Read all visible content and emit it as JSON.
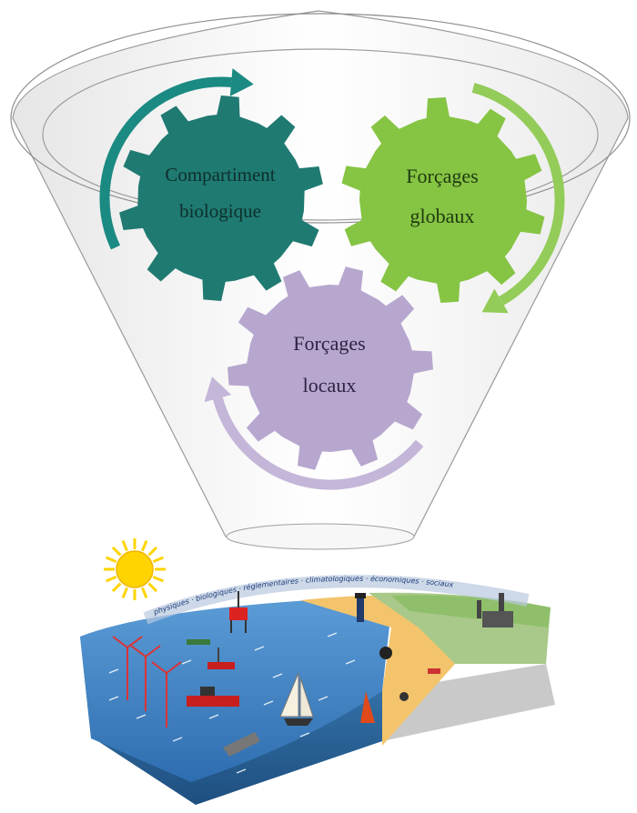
{
  "diagram": {
    "gears": [
      {
        "id": "biologique",
        "lines": [
          "Compartiment",
          "biologique"
        ],
        "color": "#1f7a72",
        "arrow_color": "#1a8a82",
        "text_color": "#0d2f2c"
      },
      {
        "id": "globaux",
        "lines": [
          "Forçages",
          "globaux"
        ],
        "color": "#86c444",
        "arrow_color": "#93cc58",
        "text_color": "#1e3a0e"
      },
      {
        "id": "locaux",
        "lines": [
          "Forçages",
          "locaux"
        ],
        "color": "#b7a7cf",
        "arrow_color": "#c3b6d8",
        "text_color": "#2c2340"
      }
    ],
    "funnel_color": "#f2f2f2",
    "illustration": {
      "arc_text": "physiques · biologiques · réglementaires · climatologiques · économiques · sociaux",
      "sea_color": "#3d7fc1",
      "beach_color": "#f3c46b",
      "land_color": "#a8c98a",
      "sun_color": "#ffd400"
    }
  }
}
